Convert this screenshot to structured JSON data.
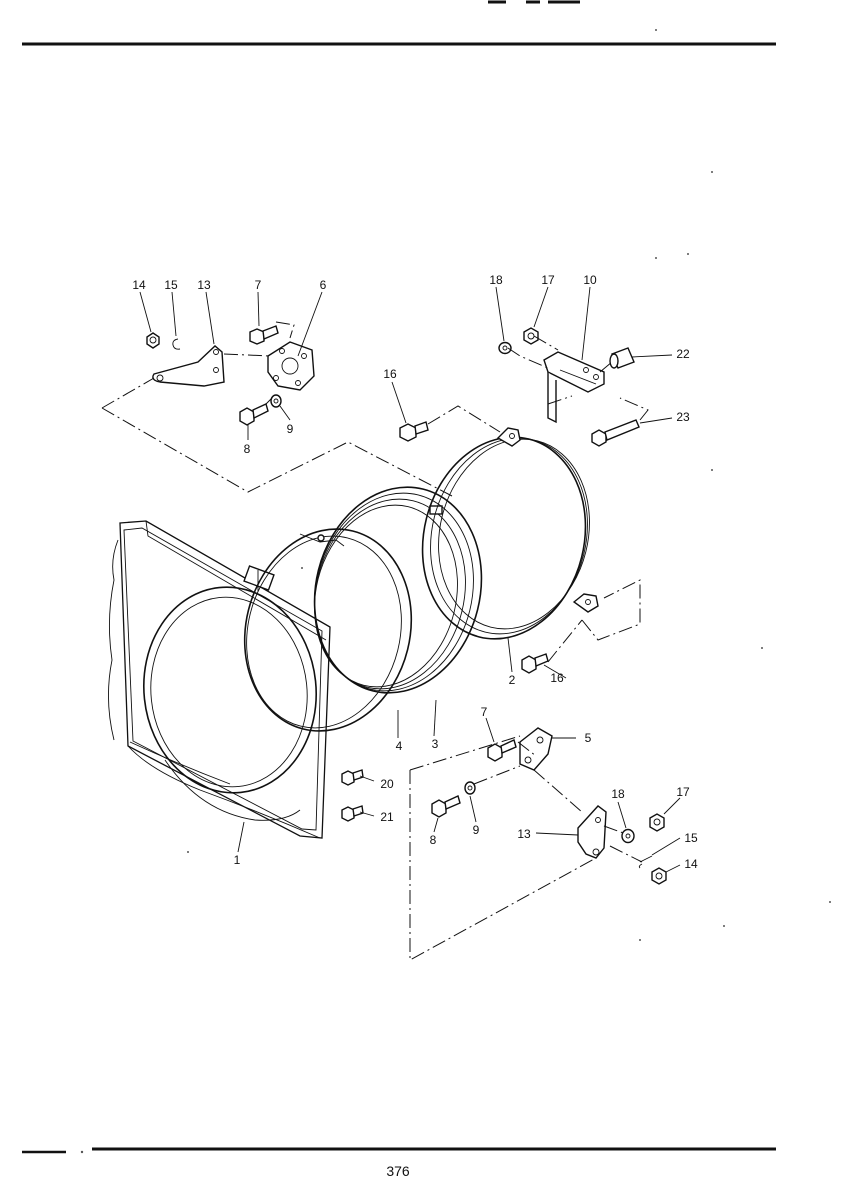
{
  "page": {
    "page_number": "376"
  },
  "diagram": {
    "callouts": {
      "c14_top": "14",
      "c15_top": "15",
      "c13_top": "13",
      "c7_top": "7",
      "c6": "6",
      "c8_top": "8",
      "c9_top": "9",
      "c18_top": "18",
      "c17_top": "17",
      "c10": "10",
      "c22": "22",
      "c23": "23",
      "c16_top": "16",
      "c16_right": "16",
      "c2": "2",
      "c3": "3",
      "c4": "4",
      "c1": "1",
      "c20": "20",
      "c21": "21",
      "c7_bot": "7",
      "c5": "5",
      "c8_bot": "8",
      "c9_bot": "9",
      "c13_bot": "13",
      "c18_bot": "18",
      "c17_bot": "17",
      "c15_bot": "15",
      "c14_bot": "14"
    }
  }
}
